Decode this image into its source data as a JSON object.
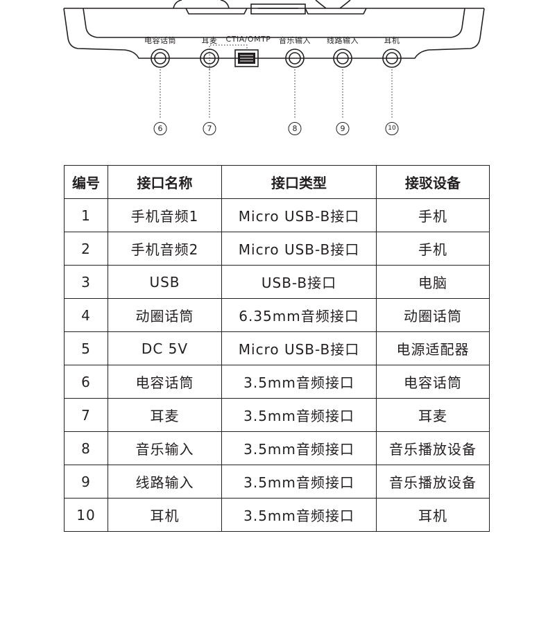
{
  "ports": [
    {
      "label": "电容话筒",
      "num": "6"
    },
    {
      "label": "耳麦",
      "num": "7"
    },
    {
      "label": "CTIA/OMTP",
      "num": ""
    },
    {
      "label": "音乐输入",
      "num": "8"
    },
    {
      "label": "线路输入",
      "num": "9"
    },
    {
      "label": "耳机",
      "num": "10"
    }
  ],
  "table": {
    "headers": [
      "编号",
      "接口名称",
      "接口类型",
      "接驳设备"
    ],
    "rows": [
      [
        "1",
        "手机音频1",
        "Micro USB-B接口",
        "手机"
      ],
      [
        "2",
        "手机音频2",
        "Micro USB-B接口",
        "手机"
      ],
      [
        "3",
        "USB",
        "USB-B接口",
        "电脑"
      ],
      [
        "4",
        "动圈话筒",
        "6.35mm音频接口",
        "动圈话筒"
      ],
      [
        "5",
        "DC 5V",
        "Micro USB-B接口",
        "电源适配器"
      ],
      [
        "6",
        "电容话筒",
        "3.5mm音频接口",
        "电容话筒"
      ],
      [
        "7",
        "耳麦",
        "3.5mm音频接口",
        "耳麦"
      ],
      [
        "8",
        "音乐输入",
        "3.5mm音频接口",
        "音乐播放设备"
      ],
      [
        "9",
        "线路输入",
        "3.5mm音频接口",
        "音乐播放设备"
      ],
      [
        "10",
        "耳机",
        "3.5mm音频接口",
        "耳机"
      ]
    ]
  }
}
